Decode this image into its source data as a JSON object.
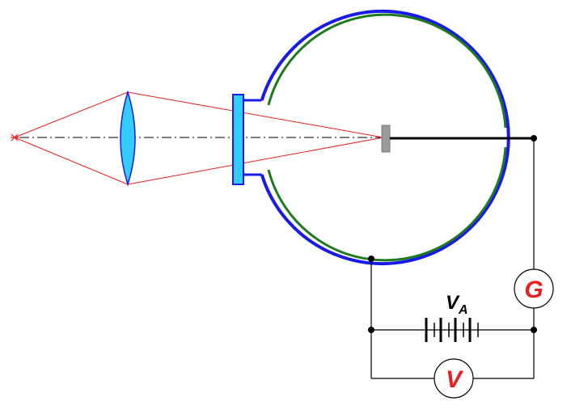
{
  "labels": {
    "galvanometer": "G",
    "voltmeter": "V",
    "source_voltage": "V",
    "source_voltage_subscript": "A"
  },
  "colors": {
    "outer_sphere": "#1a1ae6",
    "inner_sphere": "#1f7a1f",
    "light_rays": "#e62020",
    "lens_fill": "#33ccff",
    "lens_stroke": "#1a1ae6",
    "window_fill": "#33ccff",
    "meter_letter": "#e62020",
    "cathode_fill": "#9a9a9a",
    "wire": "#000000"
  }
}
